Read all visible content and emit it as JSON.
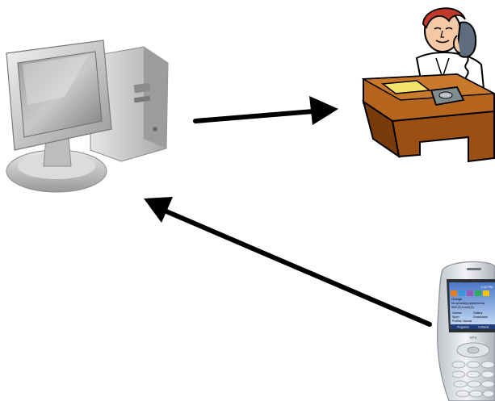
{
  "nodes": {
    "computer": {
      "icon": "desktop-computer-icon"
    },
    "office": {
      "icon": "person-on-phone-at-desk-icon"
    },
    "mobile": {
      "icon": "smartphone-icon",
      "screen": {
        "top_bar": "Orange",
        "time": "2:42 PM",
        "carrier": "Orange",
        "line1": "No upcoming appointments",
        "line2": "SMS (0) e-mail (0)",
        "menu": [
          "Games",
          "Gallery",
          "Sport",
          "Downloads",
          "Profiles: Normal"
        ],
        "softkeys": [
          "Programs",
          "Contacts"
        ],
        "brand": "SPV"
      }
    }
  },
  "edges": [
    {
      "from": "computer",
      "to": "office"
    },
    {
      "from": "mobile",
      "to": "computer"
    }
  ],
  "colors": {
    "arrow": "#000000",
    "desk": "#b5651d",
    "desk_dark": "#7a3b0a",
    "monitor": "#d9d9d9",
    "phone_body": "#cfd3d8",
    "shirt": "#ffffff",
    "hair": "#c0392b"
  }
}
